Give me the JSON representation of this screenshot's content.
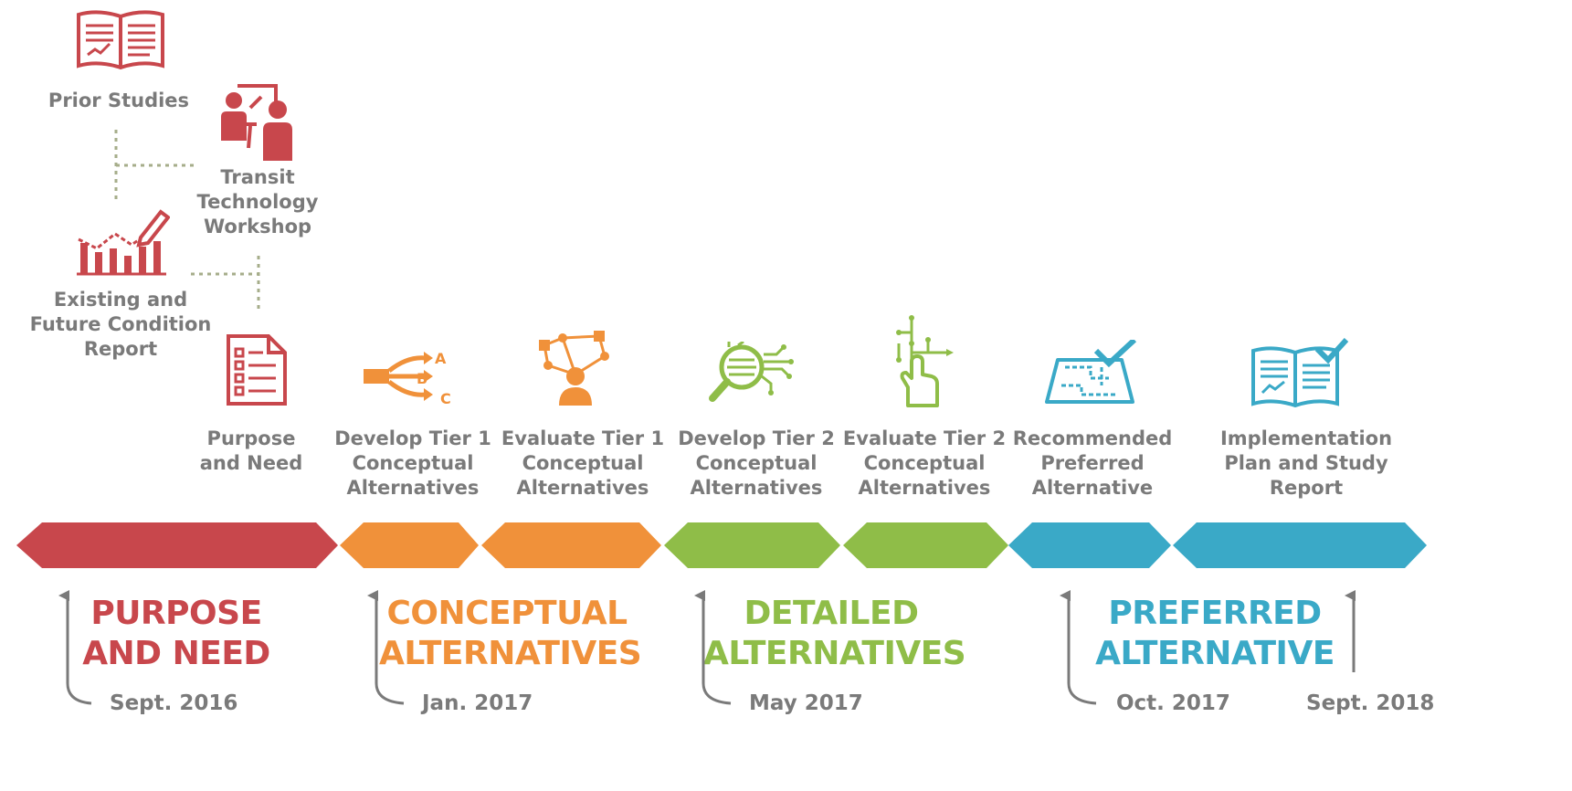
{
  "colors": {
    "red": "#c8474c",
    "orange": "#f0913a",
    "green": "#8fbd48",
    "blue": "#3aa9c7",
    "gray": "#7a7a7a",
    "dotted": "#a6ad8a"
  },
  "early_steps": {
    "prior_studies": "Prior Studies",
    "transit_workshop": "Transit\nTechnology\nWorkshop",
    "existing_report": "Existing and\nFuture Condition\nReport"
  },
  "steps": [
    {
      "label": "Purpose\nand Need",
      "icon": "checklist-document-icon"
    },
    {
      "label": "Develop Tier 1\nConceptual\nAlternatives",
      "icon": "branching-arrows-abc-icon"
    },
    {
      "label": "Evaluate Tier 1\nConceptual\nAlternatives",
      "icon": "network-person-icon"
    },
    {
      "label": "Develop Tier 2\nConceptual\nAlternatives",
      "icon": "magnifier-circuit-icon"
    },
    {
      "label": "Evaluate Tier 2\nConceptual\nAlternatives",
      "icon": "hand-pointer-circuit-icon"
    },
    {
      "label": "Recommended\nPreferred\nAlternative",
      "icon": "map-checkmark-icon"
    },
    {
      "label": "Implementation\nPlan and Study\nReport",
      "icon": "book-checkmark-icon"
    }
  ],
  "phases": [
    {
      "label": "PURPOSE\nAND NEED",
      "color": "#c8474c"
    },
    {
      "label": "CONCEPTUAL\nALTERNATIVES",
      "color": "#f0913a"
    },
    {
      "label": "DETAILED\nALTERNATIVES",
      "color": "#8fbd48"
    },
    {
      "label": "PREFERRED\nALTERNATIVE",
      "color": "#3aa9c7"
    }
  ],
  "dates": [
    "Sept. 2016",
    "Jan. 2017",
    "May 2017",
    "Oct. 2017",
    "Sept. 2018"
  ]
}
